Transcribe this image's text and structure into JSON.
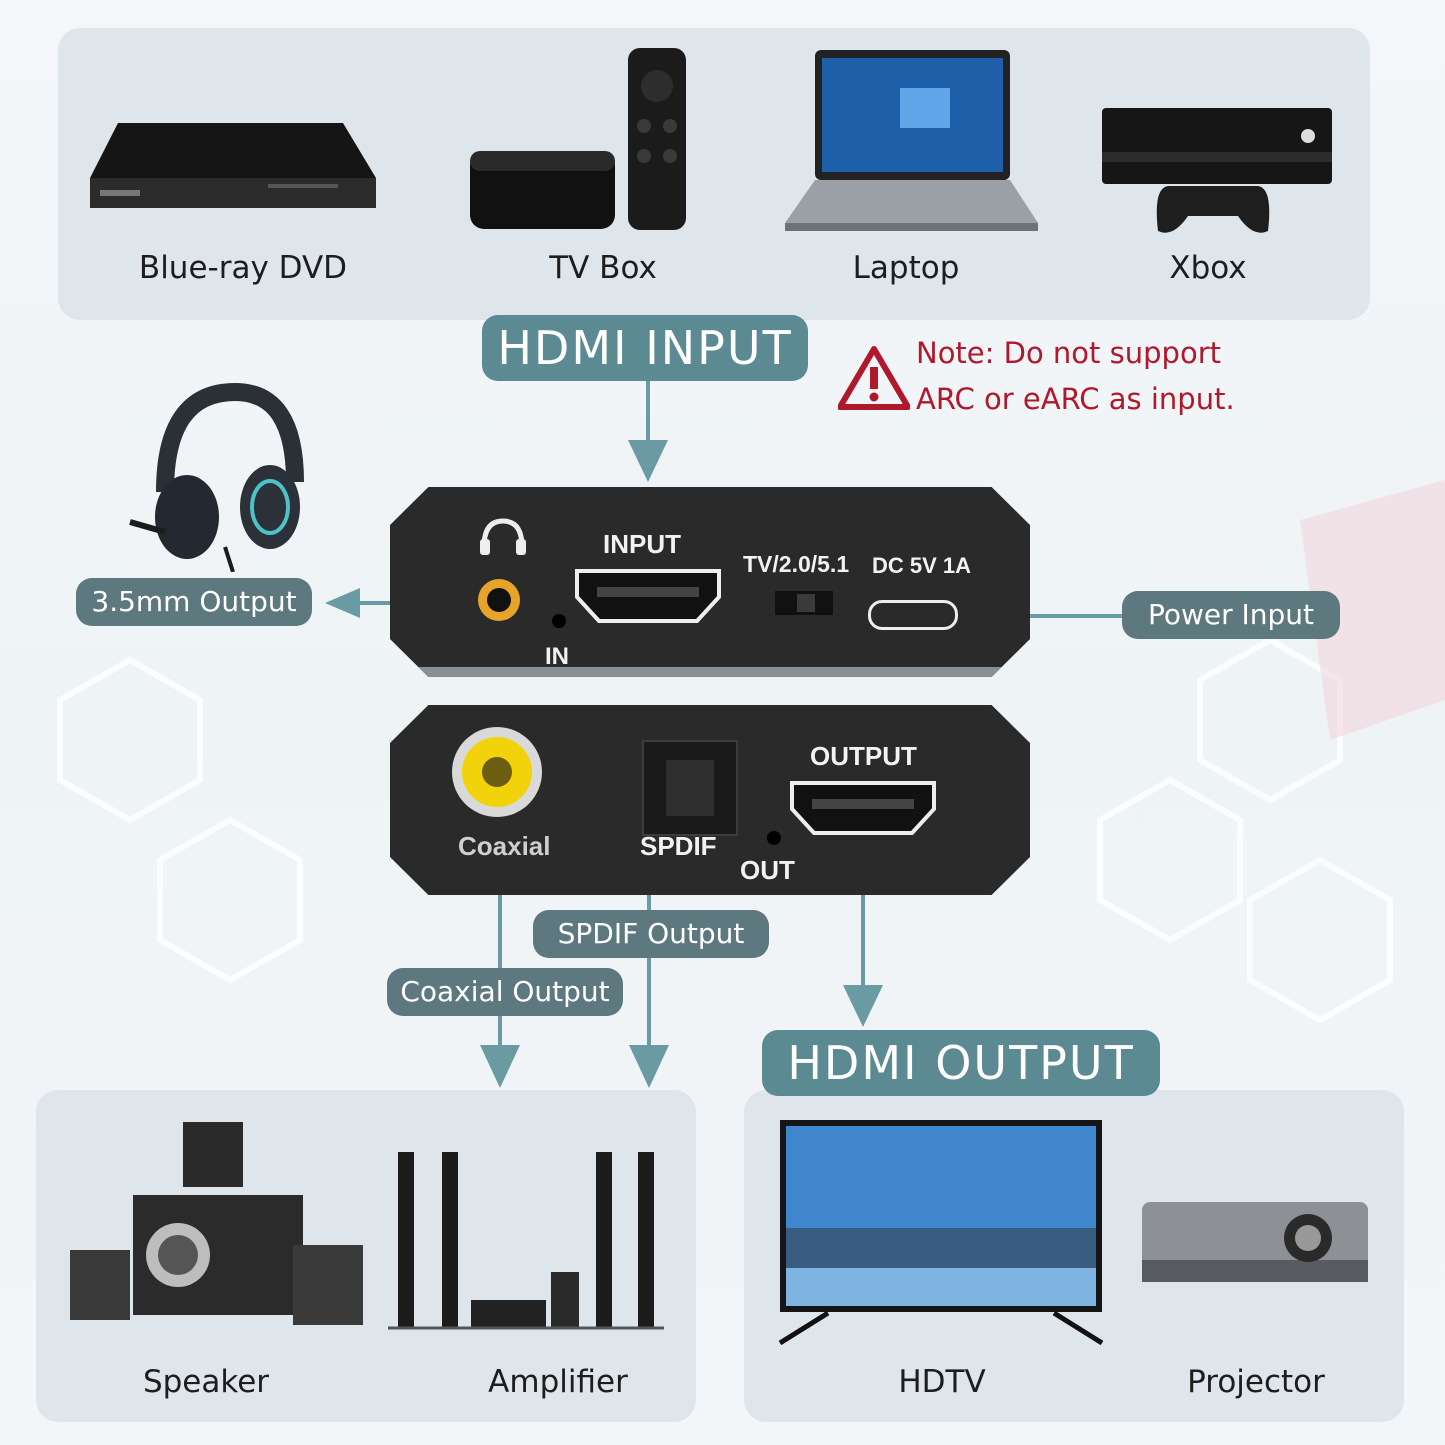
{
  "sources": {
    "items": [
      {
        "label": "Blue-ray DVD"
      },
      {
        "label": "TV Box"
      },
      {
        "label": "Laptop"
      },
      {
        "label": "Xbox"
      }
    ]
  },
  "callouts": {
    "hdmi_input": "HDMI INPUT",
    "hdmi_output": "HDMI OUTPUT",
    "note_line1": "Note: Do not support",
    "note_line2": "ARC or eARC as input.",
    "output_35": "3.5mm Output",
    "power_input": "Power Input",
    "spdif_output": "SPDIF Output",
    "coaxial_output": "Coaxial Output"
  },
  "front_panel": {
    "input_label": "INPUT",
    "switch_label": "TV/2.0/5.1",
    "dc_label": "DC 5V 1A",
    "in_label": "IN"
  },
  "back_panel": {
    "output_label": "OUTPUT",
    "coaxial_label": "Coaxial",
    "spdif_label": "SPDIF",
    "out_label": "OUT"
  },
  "audio_devices": {
    "items": [
      {
        "label": "Speaker"
      },
      {
        "label": "Amplifier"
      }
    ]
  },
  "display_devices": {
    "items": [
      {
        "label": "HDTV"
      },
      {
        "label": "Projector"
      }
    ]
  },
  "colors": {
    "accent": "#5b8a92",
    "warning": "#b0182b",
    "device_body": "#2a2a2a"
  }
}
